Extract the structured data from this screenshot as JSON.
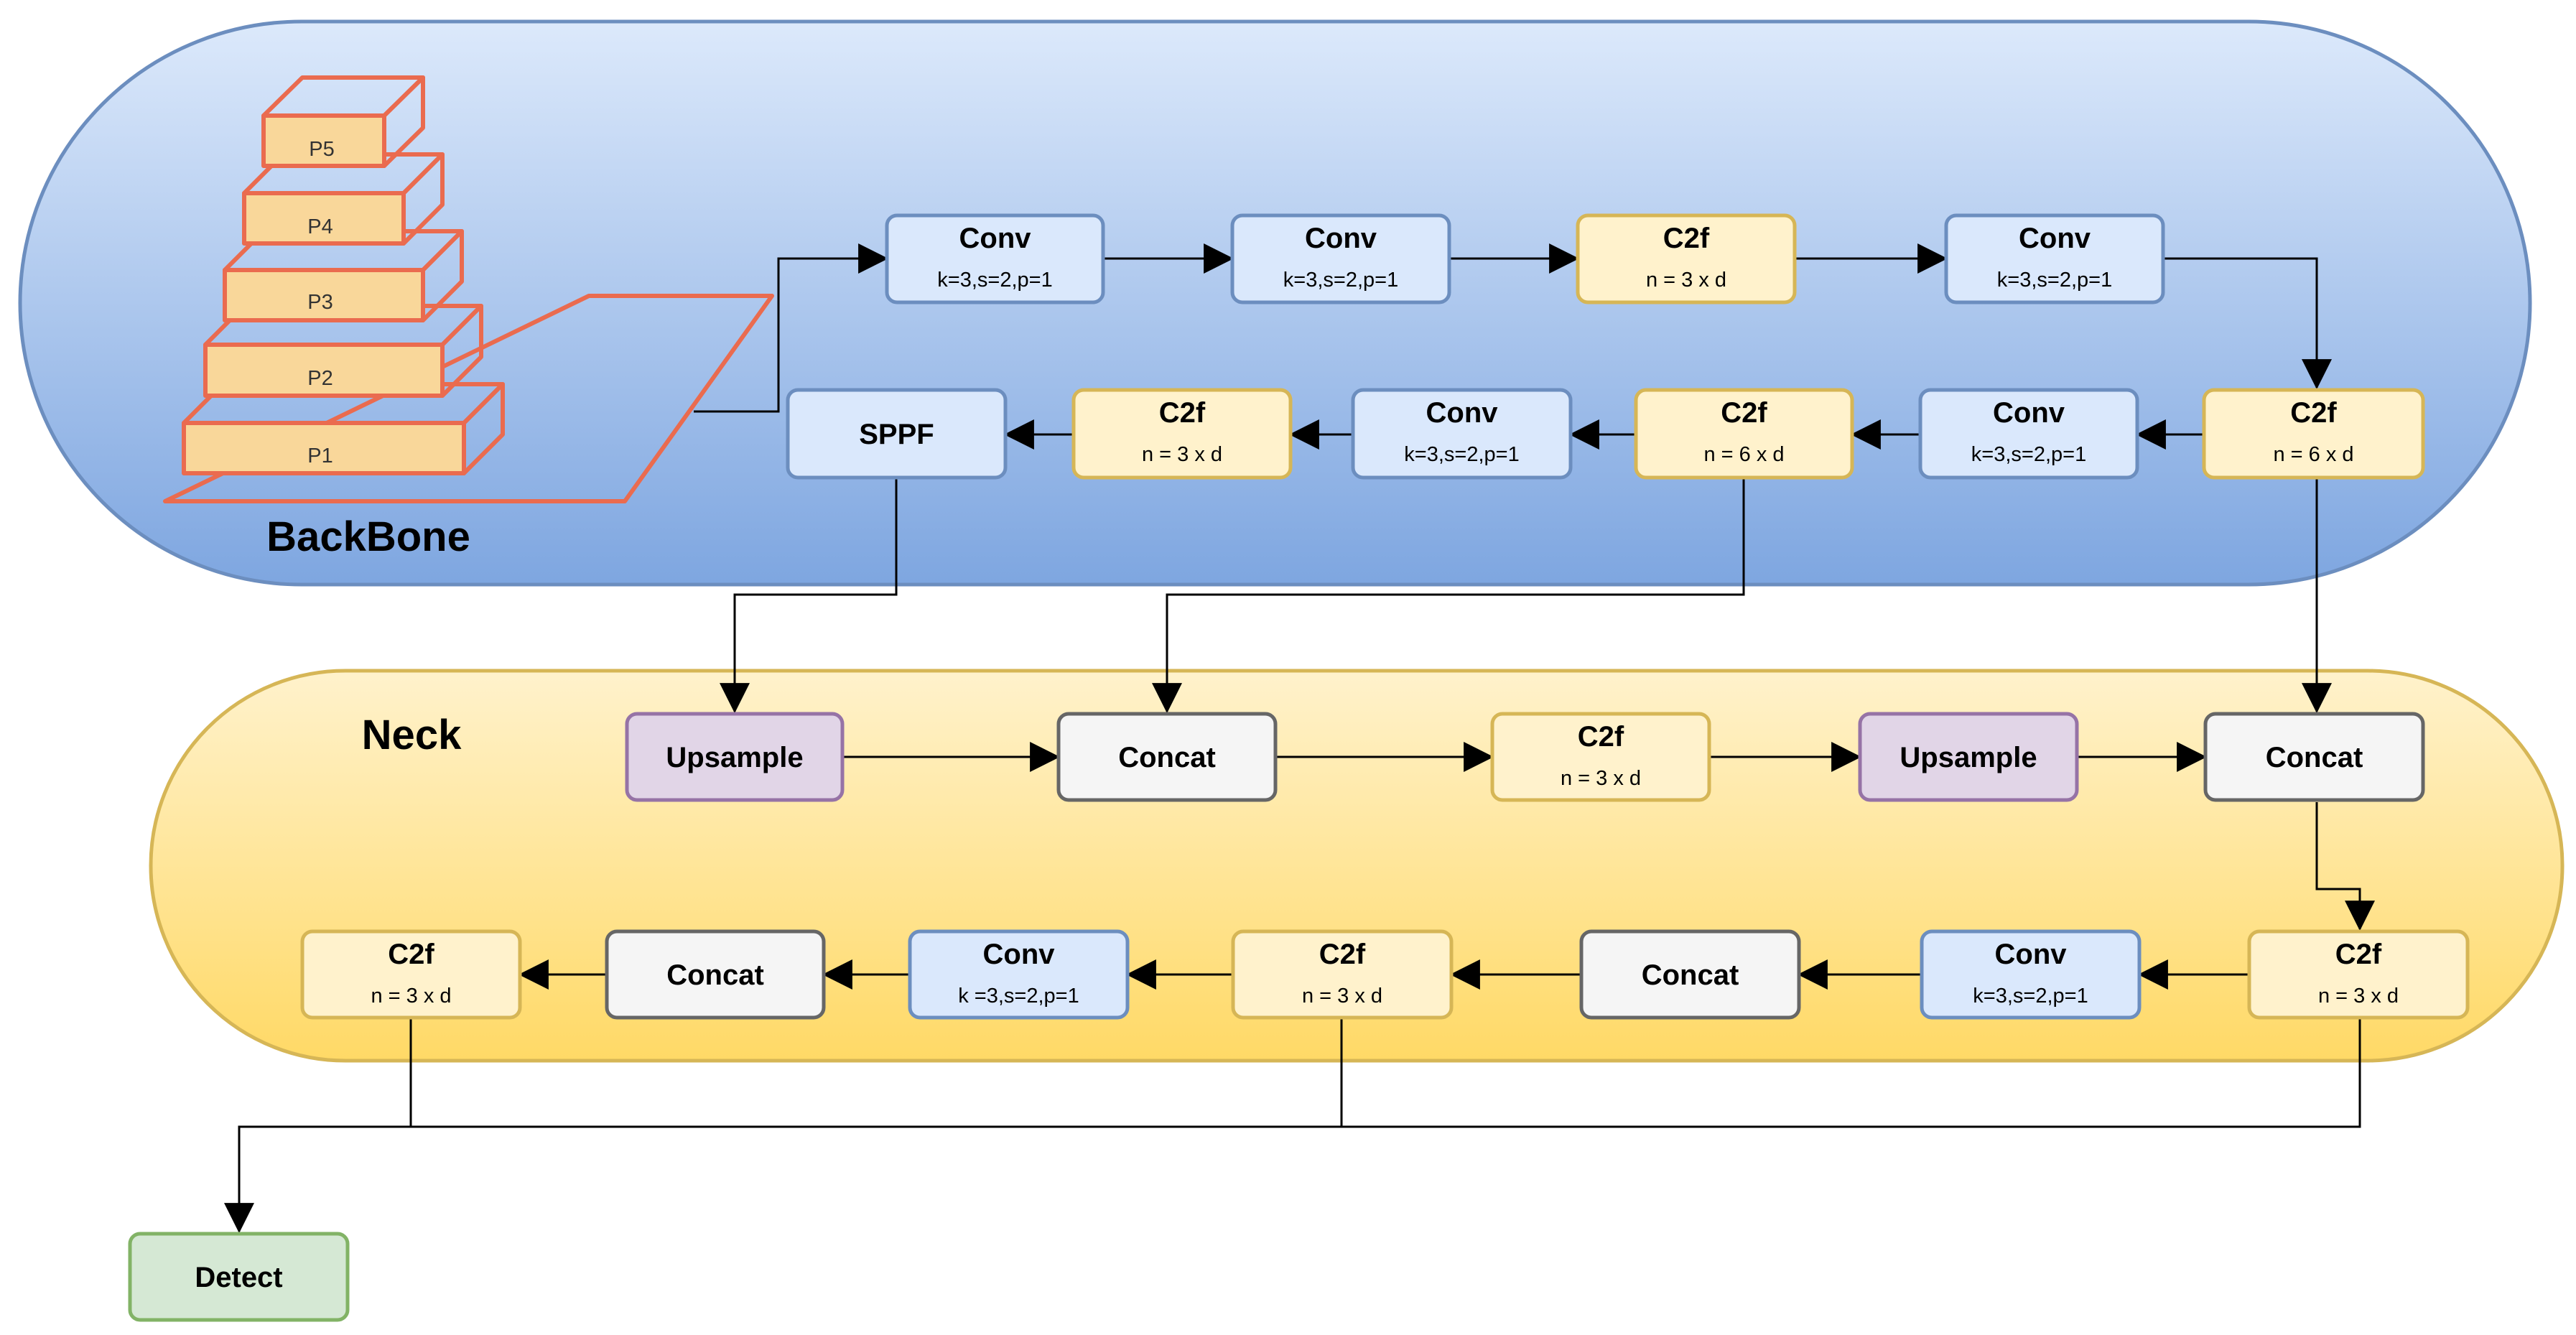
{
  "regions": {
    "backbone": {
      "label": "BackBone"
    },
    "neck": {
      "label": "Neck"
    }
  },
  "pyramid": {
    "levels": [
      "P1",
      "P2",
      "P3",
      "P4",
      "P5"
    ]
  },
  "colors": {
    "conv_fill": "#dae8fc",
    "conv_stroke": "#6c8ebf",
    "c2f_fill": "#fff2cc",
    "c2f_stroke": "#d6b656",
    "upsample_fill": "#e1d5e7",
    "upsample_stroke": "#9673a6",
    "concat_fill": "#f5f5f5",
    "concat_stroke": "#666666",
    "detect_fill": "#d5e8d4",
    "detect_stroke": "#82b366",
    "pyramid_fill": "#f9d79a",
    "pyramid_stroke": "#ea6b4f"
  },
  "nodes": {
    "bb_conv1": {
      "title": "Conv",
      "sub": "k=3,s=2,p=1"
    },
    "bb_conv2": {
      "title": "Conv",
      "sub": "k=3,s=2,p=1"
    },
    "bb_c2f1": {
      "title": "C2f",
      "sub": "n = 3 x d"
    },
    "bb_conv3": {
      "title": "Conv",
      "sub": "k=3,s=2,p=1"
    },
    "bb_c2f2": {
      "title": "C2f",
      "sub": "n = 6 x d"
    },
    "bb_conv4": {
      "title": "Conv",
      "sub": "k=3,s=2,p=1"
    },
    "bb_c2f3": {
      "title": "C2f",
      "sub": "n = 6 x d"
    },
    "bb_conv5": {
      "title": "Conv",
      "sub": "k=3,s=2,p=1"
    },
    "bb_c2f4": {
      "title": "C2f",
      "sub": "n = 3 x d"
    },
    "bb_sppf": {
      "title": "SPPF"
    },
    "nk_up1": {
      "title": "Upsample"
    },
    "nk_concat1": {
      "title": "Concat"
    },
    "nk_c2f1": {
      "title": "C2f",
      "sub": "n = 3 x d"
    },
    "nk_up2": {
      "title": "Upsample"
    },
    "nk_concat2": {
      "title": "Concat"
    },
    "nk_c2f2": {
      "title": "C2f",
      "sub": "n = 3 x d"
    },
    "nk_conv1": {
      "title": "Conv",
      "sub": "k=3,s=2,p=1"
    },
    "nk_concat3": {
      "title": "Concat"
    },
    "nk_c2f3": {
      "title": "C2f",
      "sub": "n = 3 x d"
    },
    "nk_conv2": {
      "title": "Conv",
      "sub": "k =3,s=2,p=1"
    },
    "nk_concat4": {
      "title": "Concat"
    },
    "nk_c2f4": {
      "title": "C2f",
      "sub": "n = 3 x d"
    },
    "detect": {
      "title": "Detect"
    }
  }
}
